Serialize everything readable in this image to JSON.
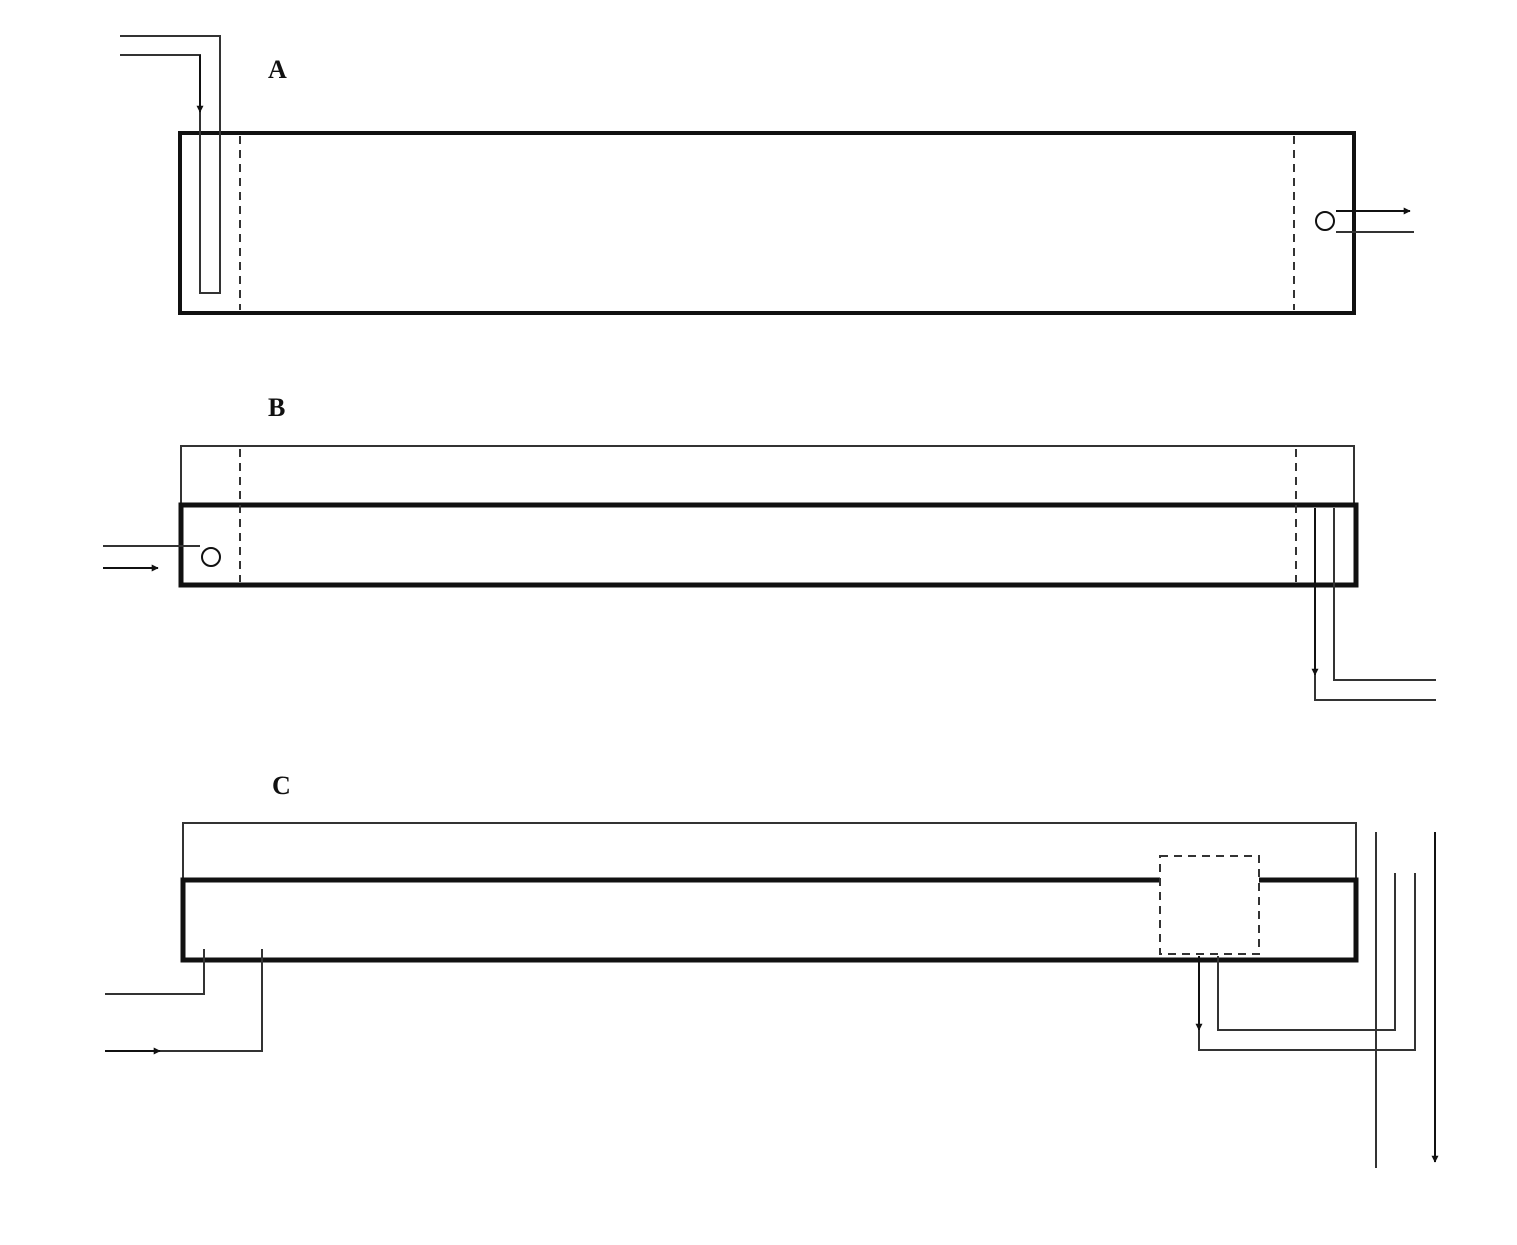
{
  "panels": [
    {
      "id": "a",
      "label": "A"
    },
    {
      "id": "b",
      "label": "B"
    },
    {
      "id": "c",
      "label": "C"
    }
  ],
  "colors": {
    "background": "#ffffff",
    "stroke": "#111111",
    "thin_stroke": "#333333"
  }
}
